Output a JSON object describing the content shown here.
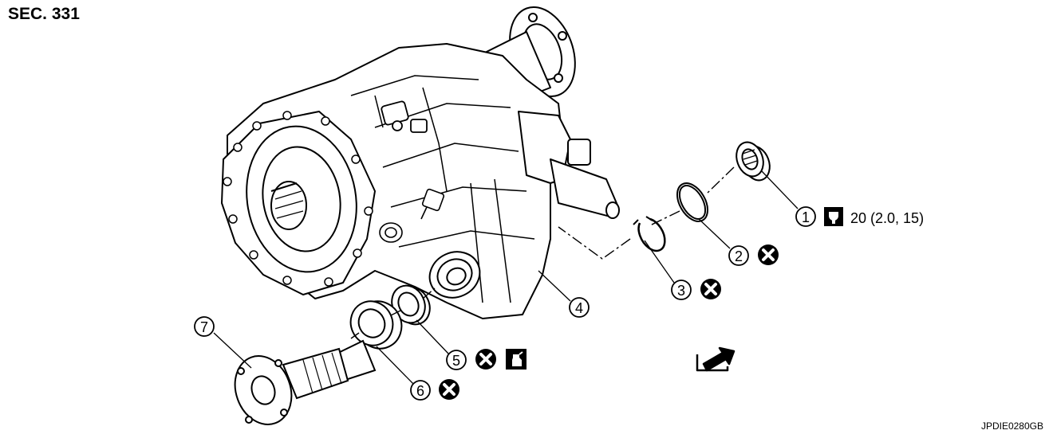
{
  "section_title": "SEC. 331",
  "figure_code": "JPDIE0280GB",
  "parts": [
    {
      "number": "1",
      "symbols": [
        "torque-wrench-icon"
      ],
      "torque": "20 (2.0, 15)"
    },
    {
      "number": "2",
      "symbols": [
        "do-not-reuse-icon"
      ]
    },
    {
      "number": "3",
      "symbols": [
        "do-not-reuse-icon"
      ]
    },
    {
      "number": "4",
      "symbols": []
    },
    {
      "number": "5",
      "symbols": [
        "do-not-reuse-icon",
        "fluid-application-icon"
      ]
    },
    {
      "number": "6",
      "symbols": [
        "do-not-reuse-icon"
      ]
    },
    {
      "number": "7",
      "symbols": []
    }
  ],
  "legend_symbol": "front-direction-arrow-icon"
}
